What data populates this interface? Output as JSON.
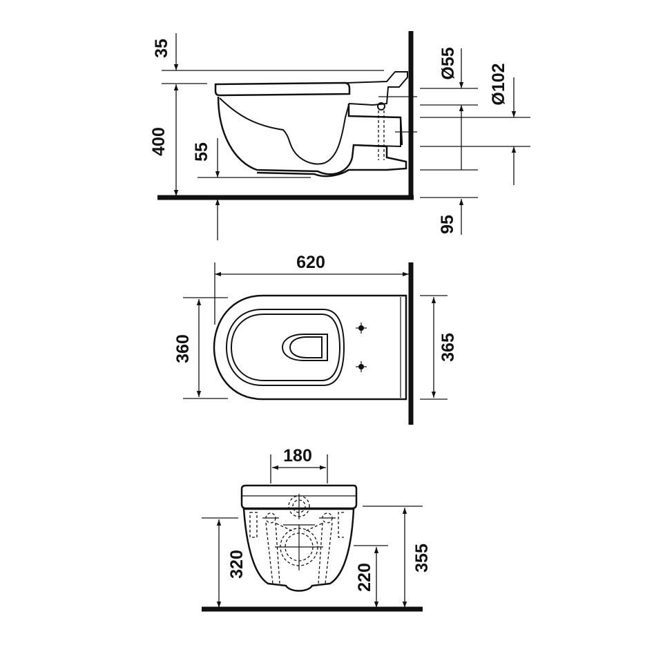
{
  "dimensions": {
    "side": {
      "seat_thickness": "35",
      "height_to_floor": "400",
      "outlet_height": "55",
      "inlet_diameter": "Ø55",
      "outlet_diameter": "Ø102",
      "outlet_above_floor": "95"
    },
    "top": {
      "length": "620",
      "bowl_width": "360",
      "mounting_width": "365"
    },
    "front": {
      "bolt_spacing": "180",
      "bolt_height": "320",
      "outlet_height": "220",
      "rim_height": "355"
    }
  }
}
